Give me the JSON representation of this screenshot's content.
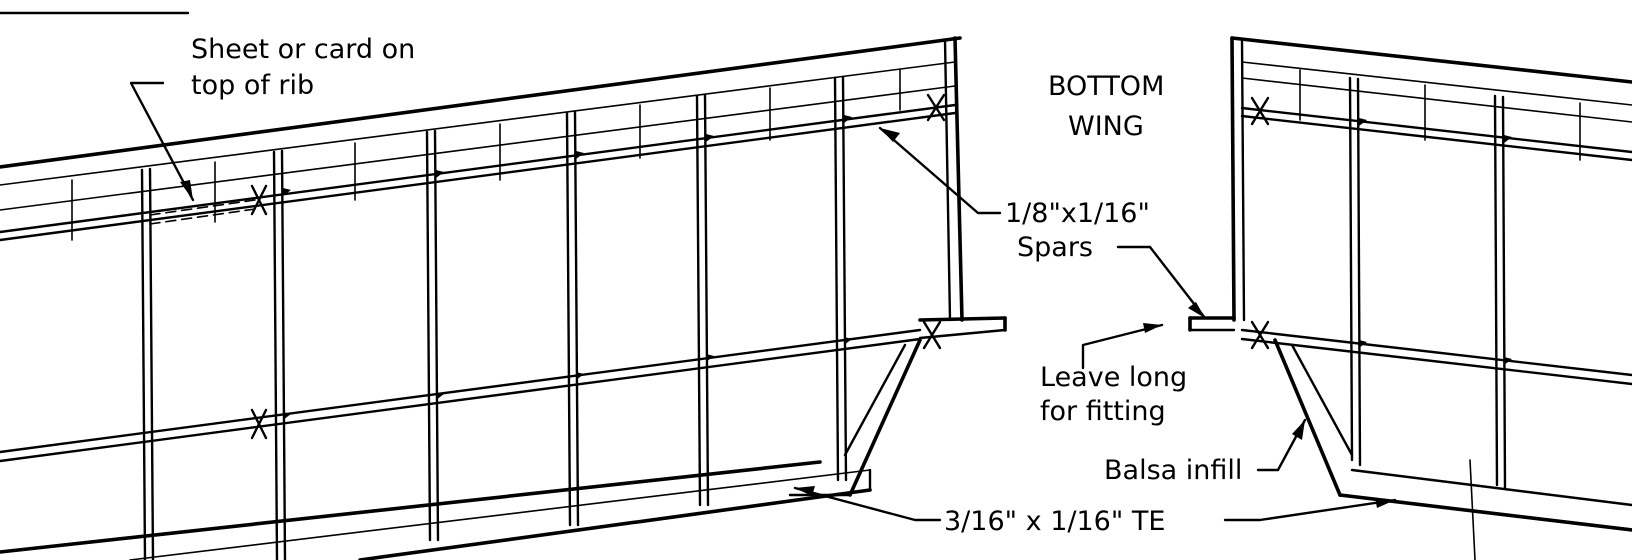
{
  "labels": {
    "sheet_line1": "Sheet or card on",
    "sheet_line2": "top of rib",
    "bottom_line1": "BOTTOM",
    "bottom_line2": "WING",
    "spar_line1": "1/8\"x1/16\"",
    "spar_line2": "Spars",
    "leave_line1": "Leave long",
    "leave_line2": "for fitting",
    "balsa": "Balsa infill",
    "te": "3/16\"  x  1/16\"  TE"
  },
  "colors": {
    "ink": "#000000",
    "paper": "#ffffff"
  }
}
